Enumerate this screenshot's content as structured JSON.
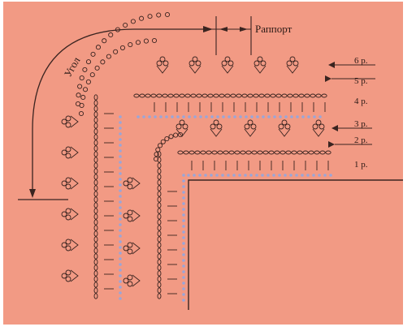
{
  "colors": {
    "background": "#f29a84",
    "ink": "#3a2420",
    "dot": "#9aa6d8",
    "border": "#e8dcd4"
  },
  "labels": {
    "corner": "Угол",
    "repeat": "Раппорт"
  },
  "rows": [
    {
      "label": "6 р."
    },
    {
      "label": "5 р."
    },
    {
      "label": "4 р."
    },
    {
      "label": "3 р."
    },
    {
      "label": "2 р."
    },
    {
      "label": "1 р."
    }
  ]
}
